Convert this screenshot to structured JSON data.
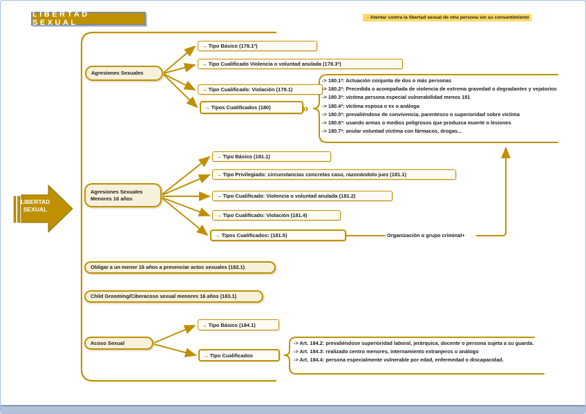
{
  "title": "LIBERTAD SEXUAL",
  "note": {
    "arrow": "→",
    "text": "Atentar contra la libertad sexual de otra persona sin su consentimiento"
  },
  "root": {
    "label": "LIBERTAD SEXUAL"
  },
  "nodes": {
    "agresiones": "Agresiones Sexuales",
    "menores": "Agresiones Sexuales Menores 16 años",
    "obligar": "Obligar a un menor 16 años a presenciar actos sexuales (182.1)",
    "grooming": "Child Grooming/Ciberacoso sexual menores 16 años (183.1)",
    "acoso": "Acoso Sexual"
  },
  "leaves": {
    "g178": [
      "→ Tipo Básico (178.1º)",
      "→ Tipo Cualificado Violencia o voluntad anulada (178.3º)",
      "→ Tipo Cualificado: Violación (179.1)",
      "→ Tipos Cualificados (180)"
    ],
    "g181": [
      "→ Tipo Básico (181.1)",
      "→ Tipo Privilegiado: circunstancias concretas caso, razonándolo juez (181.1)",
      "→ Tipo Cualificado: Violencia o voluntad anulada (181.2)",
      "→ Tipo Cualificado: Violación (181.4)",
      "→ Tipos Cualificados: (181.5)"
    ],
    "g184": [
      "→ Tipo Básico (184.1)",
      "→ Tipo Cualificados"
    ]
  },
  "lists": {
    "g180": [
      "-> 180.1ª: Actuación conjunta de dos o más personas",
      "-> 180.2ª: Precedida o acompañada de violencia de extrema gravedad o degradantes y vejatorios",
      "-> 180.3ª: víctima persona especial vulnerabilidad menos 181",
      "-> 180.4ª: víctima esposa o ex o análoga",
      "-> 180.5ª: prevaliéndose de convivencia, parentesco o superioridad sobre víctima",
      "-> 180.6ª: usando armas o medios peligrosos que produzca muerte o lesiones",
      "-> 180.7ª: anular voluntad víctima con fármacos, drogas..."
    ],
    "g184": [
      "-> Art. 184.2: prevaliéndose superioridad laboral, jerárquica, docente o persona sujeta a su guarda.",
      "-> Art. 184.3: realizado centro menores, internamiento extranjeros o análogo",
      "-> Art. 184.4: persona especialmente vulnerable por edad, enfermedad o discapacidad."
    ]
  },
  "annotations": {
    "org": "Organización o grupo criminal+",
    "chevron": "»"
  },
  "colors": {
    "gold": "#BF9000",
    "note_bg": "#FFD966",
    "node_fill": "#F7F0DB",
    "leaf_fill": "#FDFBF3",
    "page_border": "#A7BEDF"
  }
}
